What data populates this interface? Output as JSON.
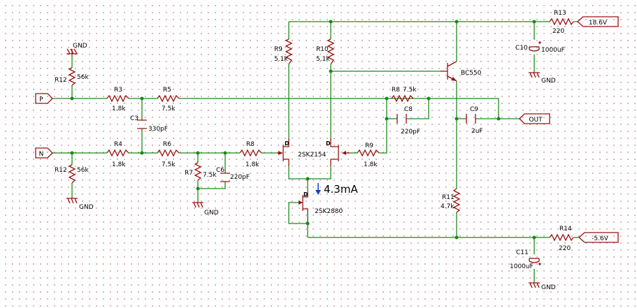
{
  "components": {
    "R12a": {
      "ref": "R12",
      "value": "56k",
      "gnd": "GND"
    },
    "R12b": {
      "ref": "R12",
      "value": "56k",
      "gnd": "GND"
    },
    "R3": {
      "ref": "R3",
      "value": "1.8k"
    },
    "R4": {
      "ref": "R4",
      "value": "1.8k"
    },
    "R5": {
      "ref": "R5",
      "value": "7.5k"
    },
    "R6": {
      "ref": "R6",
      "value": "7.5k"
    },
    "R7": {
      "ref": "R7",
      "value": "7.5k",
      "gnd": "GND"
    },
    "C3": {
      "ref": "C3",
      "value": "330pF"
    },
    "C6": {
      "ref": "C6",
      "value": "220pF"
    },
    "R8a": {
      "ref": "R8",
      "value": "1.8k"
    },
    "R8b": {
      "ref": "R8",
      "value": "7.5k"
    },
    "R9a": {
      "ref": "R9",
      "value": "5.1k"
    },
    "R9b": {
      "ref": "R9",
      "value": "1.8k"
    },
    "R10": {
      "ref": "R10",
      "value": "5.1k"
    },
    "C8": {
      "ref": "C8",
      "value": "220pF"
    },
    "C9": {
      "ref": "C9",
      "value": "2uF"
    },
    "Q1": {
      "model": "2SK2154",
      "pin_d1": "D",
      "pin_d2": "D"
    },
    "Q2": {
      "model": "2SK2880",
      "pin_d": "D"
    },
    "Q3": {
      "model": "BC550"
    },
    "R11": {
      "ref": "R11",
      "value": "4.7k"
    },
    "R13": {
      "ref": "R13",
      "value": "220"
    },
    "R14": {
      "ref": "R14",
      "value": "220"
    },
    "C10": {
      "ref": "C10",
      "value": "1000uF",
      "gnd": "GND"
    },
    "C11": {
      "ref": "C11",
      "value": "1000uF",
      "gnd": "GND"
    }
  },
  "ports": {
    "p": "P",
    "n": "N",
    "out": "OUT",
    "vpos": "18.6V",
    "vneg": "-5.6V"
  },
  "annotation": {
    "current": "4.3mA"
  },
  "colors": {
    "wire": "#1a8a1a",
    "component": "#9a1010",
    "arrow": "#1a3cc8",
    "grid": "#c9a0a0"
  }
}
